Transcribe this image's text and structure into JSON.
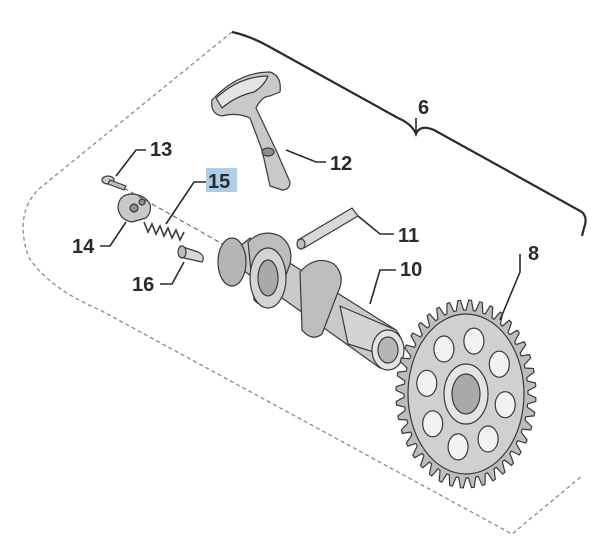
{
  "callouts": [
    {
      "id": "6",
      "label": "6",
      "highlighted": false
    },
    {
      "id": "8",
      "label": "8",
      "highlighted": false
    },
    {
      "id": "10",
      "label": "10",
      "highlighted": false
    },
    {
      "id": "11",
      "label": "11",
      "highlighted": false
    },
    {
      "id": "12",
      "label": "12",
      "highlighted": false
    },
    {
      "id": "13",
      "label": "13",
      "highlighted": false
    },
    {
      "id": "14",
      "label": "14",
      "highlighted": false
    },
    {
      "id": "15",
      "label": "15",
      "highlighted": true
    },
    {
      "id": "16",
      "label": "16",
      "highlighted": false
    }
  ],
  "colors": {
    "part_fill": "#c9c9c9",
    "part_fill_light": "#e4e4e4",
    "part_fill_dark": "#8e8e8e",
    "outline": "#3a3a3a",
    "highlight": "#aecde6",
    "dashed_border": "#8a8a8a",
    "label_text": "#2a2a2a"
  }
}
